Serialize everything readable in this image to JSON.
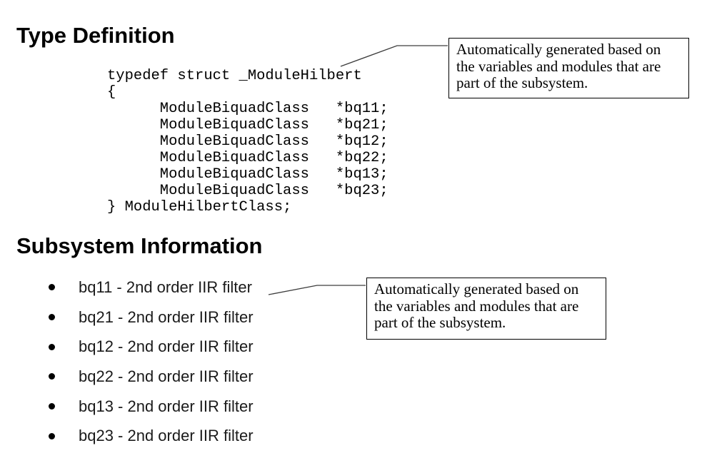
{
  "colors": {
    "background": "#ffffff",
    "text": "#000000",
    "callout_border": "#000000",
    "leader_line": "#3d3d3d"
  },
  "type_definition": {
    "heading": "Type Definition",
    "code_lines": [
      "typedef struct _ModuleHilbert",
      "{",
      "      ModuleBiquadClass   *bq11;",
      "      ModuleBiquadClass   *bq21;",
      "      ModuleBiquadClass   *bq12;",
      "      ModuleBiquadClass   *bq22;",
      "      ModuleBiquadClass   *bq13;",
      "      ModuleBiquadClass   *bq23;",
      "} ModuleHilbertClass;"
    ]
  },
  "callouts": {
    "top": {
      "lines": [
        "Automatically generated based on",
        "the variables and modules that are",
        "part of the subsystem."
      ]
    },
    "bottom": {
      "lines": [
        "Automatically generated based on",
        "the variables and modules that are",
        "part of the subsystem."
      ]
    }
  },
  "subsystem_information": {
    "heading": "Subsystem Information",
    "items": [
      "bq11 - 2nd order IIR filter",
      "bq21 - 2nd order IIR filter",
      "bq12 - 2nd order IIR filter",
      "bq22 - 2nd order IIR filter",
      "bq13 - 2nd order IIR filter",
      "bq23 - 2nd order IIR filter"
    ]
  }
}
